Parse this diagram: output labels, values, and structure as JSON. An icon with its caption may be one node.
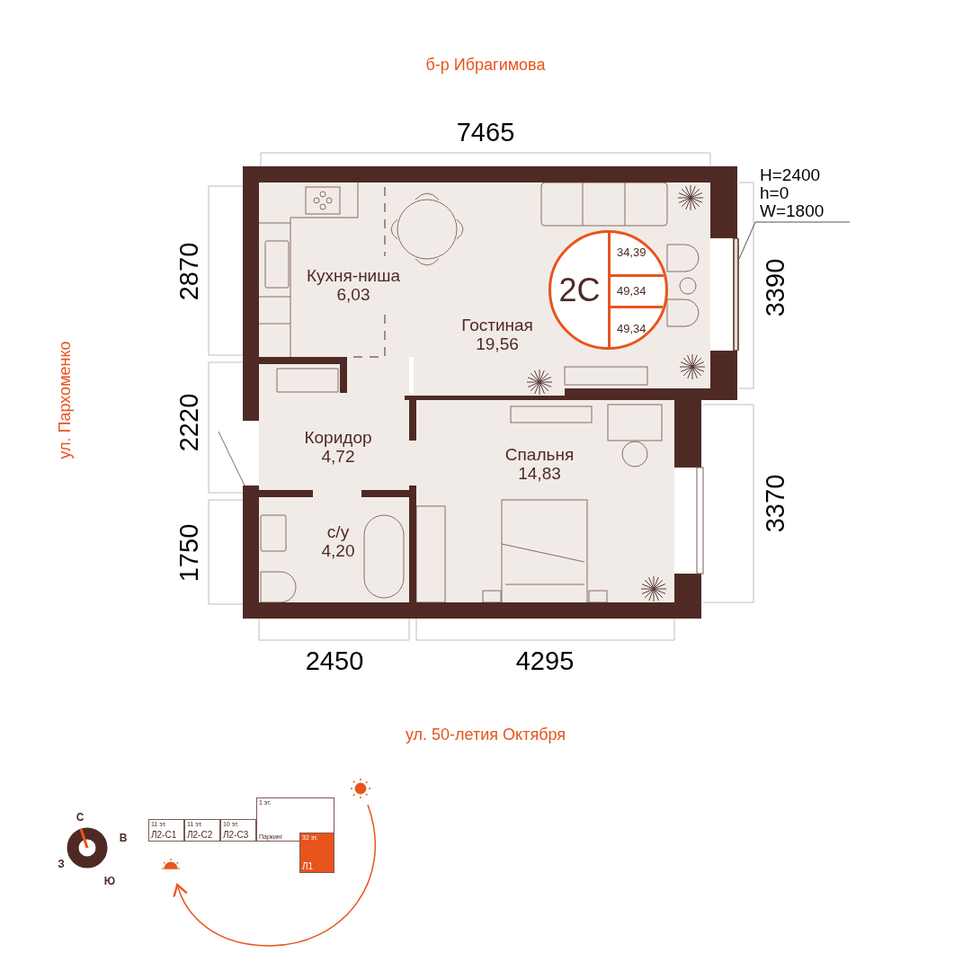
{
  "diagram": {
    "nodes": [
      {
        "text": [
          "Кухня-ниша",
          "6,03"
        ]
      },
      {
        "text": [
          "Гостиная",
          "19,56"
        ]
      },
      {
        "text": [
          "Коридор",
          "4,72"
        ]
      },
      {
        "text": [
          "Спальня",
          "14,83"
        ]
      },
      {
        "text": [
          "с/у",
          "4,20"
        ]
      },
      {
        "text": [
          "2С"
        ],
        "in": 1
      },
      {
        "text": [
          "34,39"
        ],
        "in": 5
      },
      {
        "text": [
          "49,34"
        ],
        "in": 5
      },
      {
        "text": [
          "49,34"
        ],
        "in": 5
      },
      {
        "text": [
          "H=2400",
          "h=0",
          "W=1800"
        ]
      },
      {
        "text": [],
        "shape": "bar"
      },
      {
        "text": [
          "11 эт.",
          "Л2-С1"
        ]
      },
      {
        "text": [
          "11 эт.",
          "Л2-С2"
        ]
      },
      {
        "text": [
          "10 эт.",
          "Л2-С3"
        ]
      },
      {
        "text": [
          "1 эт.",
          "Паркинг"
        ]
      },
      {
        "text": [
          "32 эт.",
          "Л1"
        ]
      }
    ],
    "edges": [
      {
        "from": 9,
        "to": 10,
        "arrow": "none"
      }
    ],
    "labels": [
      "б-р Ибрагимова",
      "7465",
      "2870",
      "3390",
      "ул. Пархоменко",
      "2220",
      "3370",
      "1750",
      "2450",
      "4295",
      "ул. 50-летия Октября",
      "С",
      "В",
      "З",
      "Ю"
    ]
  }
}
